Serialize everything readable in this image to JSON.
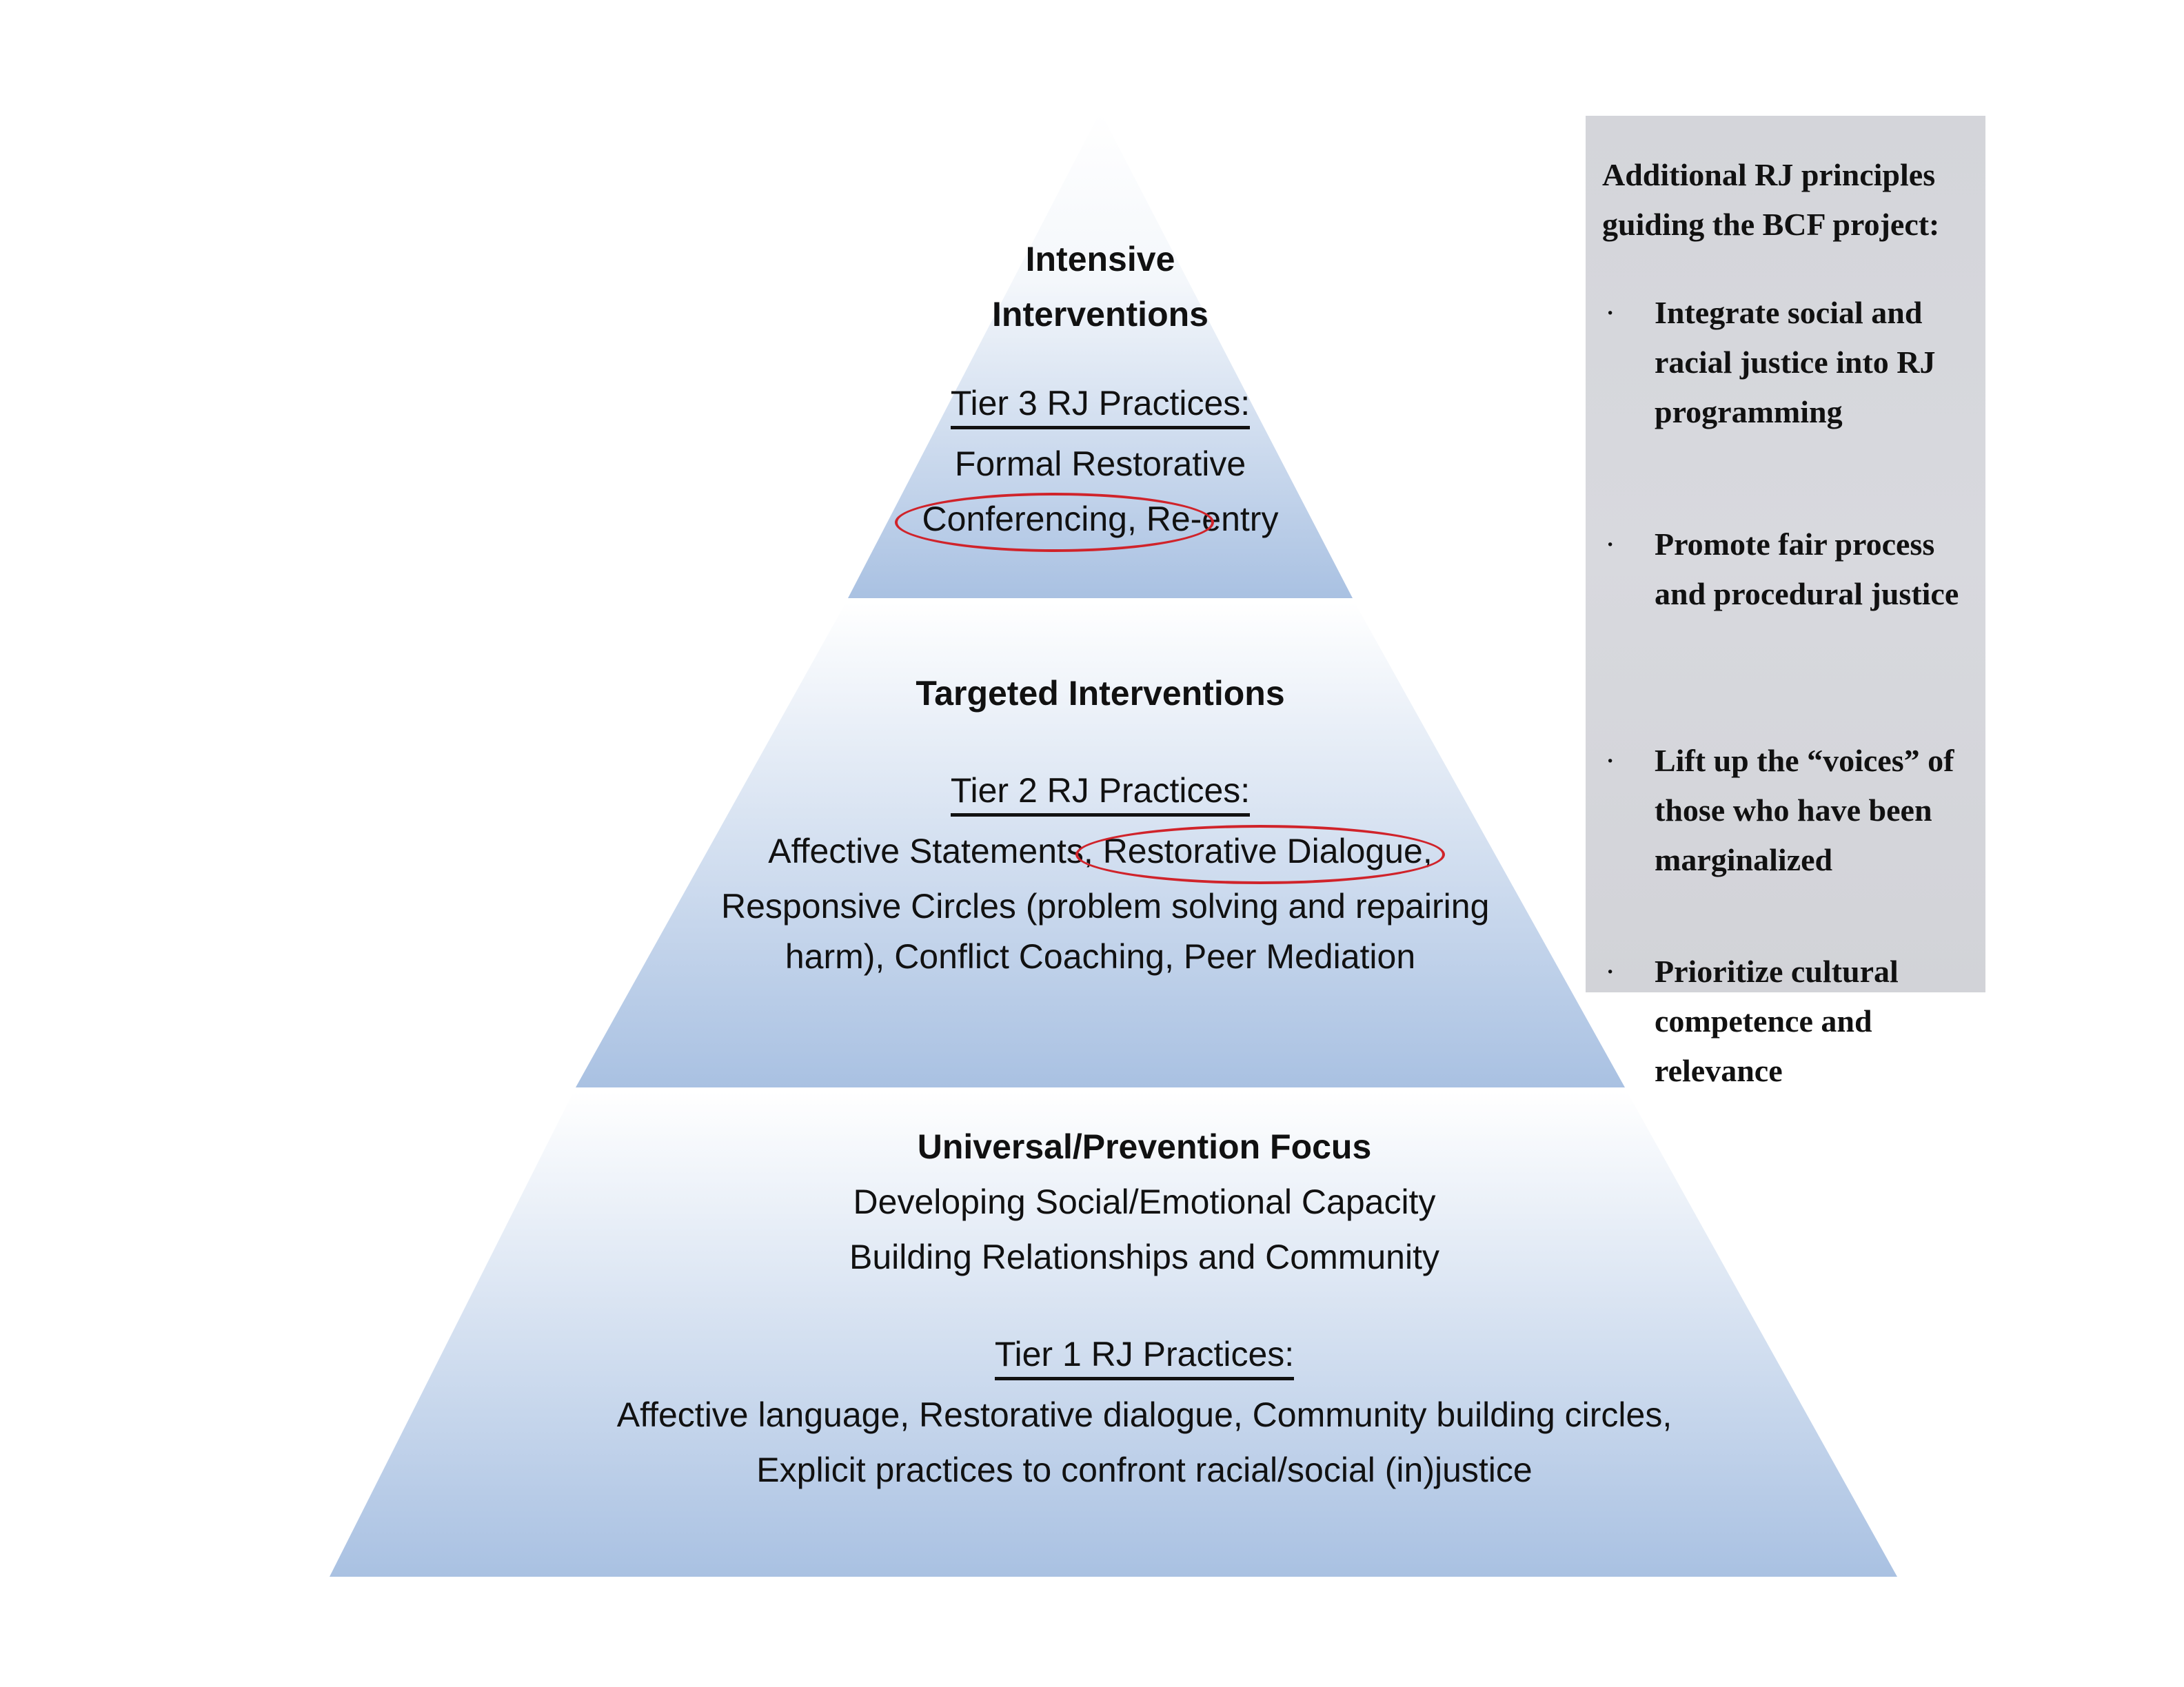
{
  "colors": {
    "tier_fill_top": "#ffffff",
    "tier_fill_bottom": "#a9c1e2",
    "highlight_circle": "#d0232a",
    "principles_box_bg": "#d6d7dc"
  },
  "tiers": {
    "tier3": {
      "heading_line1": "Intensive",
      "heading_line2": "Interventions",
      "practices_title": "Tier 3 RJ Practices:",
      "line1": "Formal Restorative",
      "line2_circled": "Conferencing, Re-",
      "line2_rest": "entry"
    },
    "tier2": {
      "heading": "Targeted Interventions",
      "practices_title": "Tier 2 RJ Practices:",
      "line1_before": "Affective Statements,",
      "line1_circled": "Restorative Dialogue,",
      "line2": "Responsive Circles (problem solving and repairing",
      "line3": "harm), Conflict Coaching, Peer Mediation"
    },
    "tier1": {
      "heading": "Universal/Prevention Focus",
      "line1": "Developing Social/Emotional Capacity",
      "line2": "Building Relationships and Community",
      "practices_title": "Tier 1 RJ Practices:",
      "line3": "Affective language, Restorative dialogue, Community building circles,",
      "line4": "Explicit practices to confront racial/social (in)justice"
    }
  },
  "principles": {
    "title": "Additional RJ principles guiding the BCF project:",
    "bullet_symbol": "·",
    "items": [
      "Integrate social and racial justice into RJ programming",
      "Promote fair process and procedural justice",
      "Lift up the “voices” of those who have been marginalized",
      "Prioritize cultural competence and relevance"
    ]
  }
}
